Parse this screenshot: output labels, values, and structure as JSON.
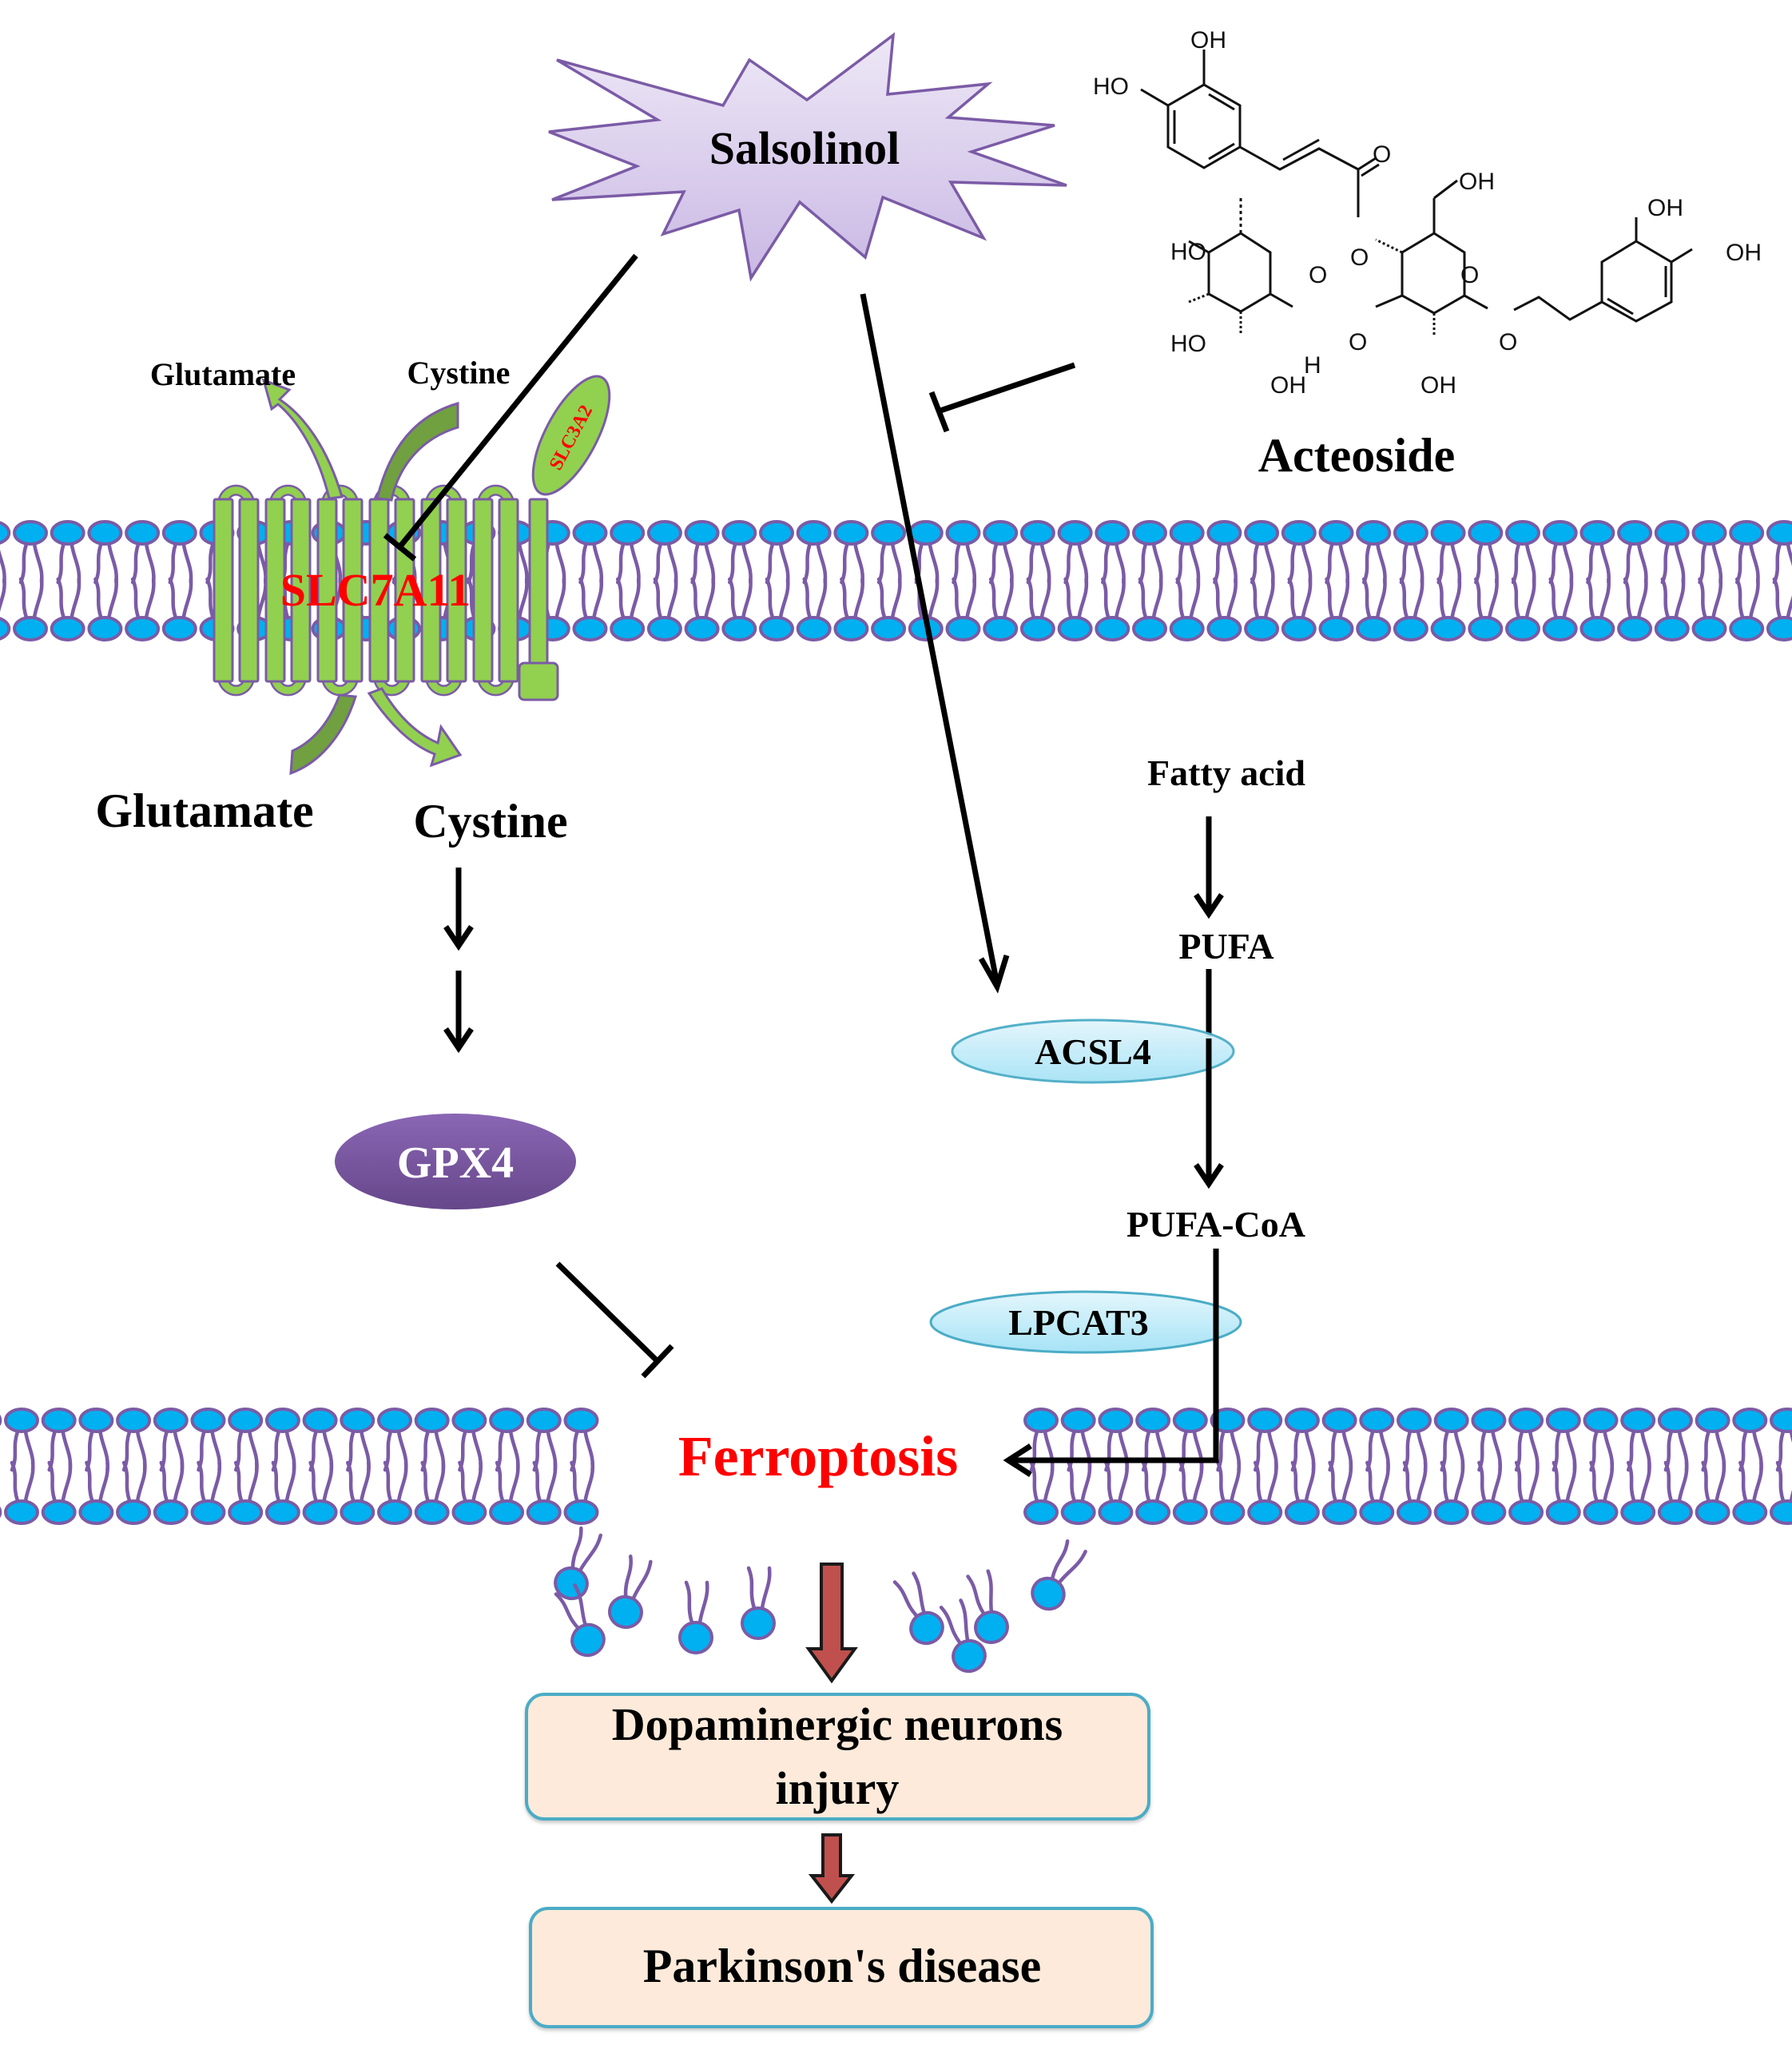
{
  "figure": {
    "title": "Acteoside inhibits Salsolinol-induced ferroptosis in Parkinson's disease",
    "colors": {
      "membrane_head": "#00B0F0",
      "membrane_outline": "#7B5BA6",
      "transporter": "#92D050",
      "transporter_dark": "#70A040",
      "salsolinol_fill_top": "#EEE8F6",
      "salsolinol_fill_bottom": "#CDBDE6",
      "gpx4_top": "#8A66B4",
      "gpx4_bottom": "#66478A",
      "enzyme_fill_top": "#E4F6FC",
      "enzyme_fill_bottom": "#A6E3F6",
      "enzyme_outline": "#4BACC6",
      "box_fill": "#FDEADA",
      "box_outline": "#4BACC6",
      "red_text": "#FF0000",
      "red_arrow": "#C0504D"
    }
  },
  "nodes": {
    "salsolinol": "Salsolinol",
    "acteoside": "Acteoside",
    "slc7a11": "SLC7A11",
    "slc3a2": "SLC3A2",
    "glutamate_out": "Glutamate",
    "cystine_out": "Cystine",
    "glutamate_in": "Glutamate",
    "cystine_in": "Cystine",
    "gpx4": "GPX4",
    "fatty_acid": "Fatty acid",
    "pufa": "PUFA",
    "acsl4": "ACSL4",
    "pufa_coa": "PUFA-CoA",
    "lpcat3": "LPCAT3",
    "ferroptosis": "Ferroptosis",
    "neuron_injury_line1": "Dopaminergic neurons",
    "neuron_injury_line2": "injury",
    "parkinsons": "Parkinson's disease"
  },
  "acteoside_structure_labels": {
    "oh_top": "OH",
    "ho_left": "HO",
    "o_carbonyl": "O",
    "oh_ch2": "OH",
    "oh_right_top": "OH",
    "oh_right": "OH",
    "ho_rha_1": "HO",
    "o_rha_ring": "O",
    "o_ester": "O",
    "o_glc_ring": "O",
    "ho_rha_2": "HO",
    "o_link_1": "O",
    "o_link_2": "O",
    "h_anomeric": "H",
    "oh_rha_bottom": "OH",
    "oh_glc_bottom": "OH"
  },
  "edges": [
    {
      "from": "Salsolinol",
      "to": "SLC7A11",
      "type": "inhibit"
    },
    {
      "from": "Salsolinol",
      "to": "ACSL4",
      "type": "activate"
    },
    {
      "from": "Acteoside",
      "to": "Salsolinol→ACSL4",
      "type": "inhibit"
    },
    {
      "from": "Cystine",
      "to": "GPX4",
      "type": "activate",
      "steps": 2
    },
    {
      "from": "GPX4",
      "to": "Ferroptosis",
      "type": "inhibit"
    },
    {
      "from": "Fatty acid",
      "to": "PUFA",
      "type": "activate"
    },
    {
      "from": "PUFA",
      "to": "PUFA-CoA",
      "type": "activate",
      "via": "ACSL4"
    },
    {
      "from": "PUFA-CoA",
      "to": "Ferroptosis",
      "type": "activate",
      "via": "LPCAT3"
    },
    {
      "from": "Ferroptosis",
      "to": "Dopaminergic neurons injury",
      "type": "leads_to"
    },
    {
      "from": "Dopaminergic neurons injury",
      "to": "Parkinson's disease",
      "type": "leads_to"
    }
  ]
}
